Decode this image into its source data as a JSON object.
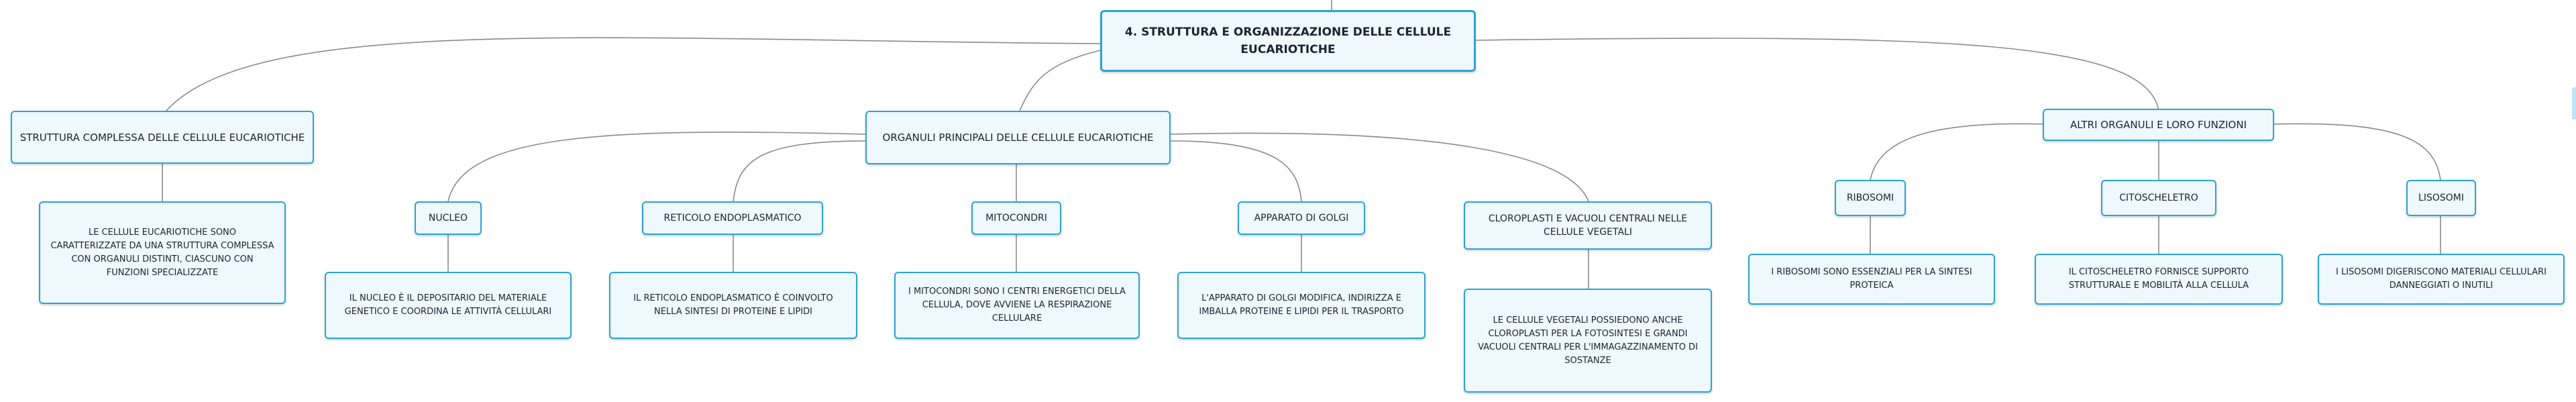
{
  "root": {
    "title": "4. STRUTTURA E ORGANIZZAZIONE DELLE CELLULE EUCARIOTICHE"
  },
  "branches": {
    "struttura": {
      "label": "STRUTTURA COMPLESSA DELLE CELLULE EUCARIOTICHE",
      "detail": "LE CELLULE EUCARIOTICHE SONO CARATTERIZZATE DA UNA STRUTTURA COMPLESSA CON ORGANULI DISTINTI, CIASCUNO CON FUNZIONI SPECIALIZZATE"
    },
    "organuli": {
      "label": "ORGANULI PRINCIPALI DELLE CELLULE EUCARIOTICHE",
      "children": {
        "nucleo": {
          "label": "NUCLEO",
          "detail": "IL NUCLEO È IL DEPOSITARIO DEL MATERIALE GENETICO E COORDINA LE ATTIVITÀ CELLULARI"
        },
        "reticolo": {
          "label": "RETICOLO ENDOPLASMATICO",
          "detail": "IL RETICOLO ENDOPLASMATICO È COINVOLTO NELLA SINTESI DI PROTEINE E LIPIDI"
        },
        "mitocondri": {
          "label": "MITOCONDRI",
          "detail": "I MITOCONDRI SONO I CENTRI ENERGETICI DELLA CELLULA, DOVE AVVIENE LA RESPIRAZIONE CELLULARE"
        },
        "golgi": {
          "label": "APPARATO DI GOLGI",
          "detail": "L'APPARATO DI GOLGI MODIFICA, INDIRIZZA E IMBALLA PROTEINE E LIPIDI PER IL TRASPORTO"
        },
        "cloroplasti": {
          "label": "CLOROPLASTI E VACUOLI CENTRALI NELLE CELLULE VEGETALI",
          "detail": "LE CELLULE VEGETALI POSSIEDONO ANCHE CLOROPLASTI PER LA FOTOSINTESI E GRANDI VACUOLI CENTRALI PER L'IMMAGAZZINAMENTO DI SOSTANZE"
        }
      }
    },
    "altri": {
      "label": "ALTRI ORGANULI E LORO FUNZIONI",
      "children": {
        "ribosomi": {
          "label": "RIBOSOMI",
          "detail": "I RIBOSOMI SONO ESSENZIALI PER LA SINTESI PROTEICA"
        },
        "citoscheletro": {
          "label": "CITOSCHELETRO",
          "detail": "IL CITOSCHELETRO FORNISCE SUPPORTO STRUTTURALE E MOBILITÀ ALLA CELLULA"
        },
        "lisosomi": {
          "label": "LISOSOMI",
          "detail": "I LISOSOMI DIGERISCONO MATERIALI CELLULARI DANNEGGIATI O INUTILI"
        }
      }
    }
  },
  "colors": {
    "node_border": "#2aa3d6",
    "node_fill": "#eef8fd",
    "edge": "#8a8a8a",
    "text": "#1c2330"
  }
}
